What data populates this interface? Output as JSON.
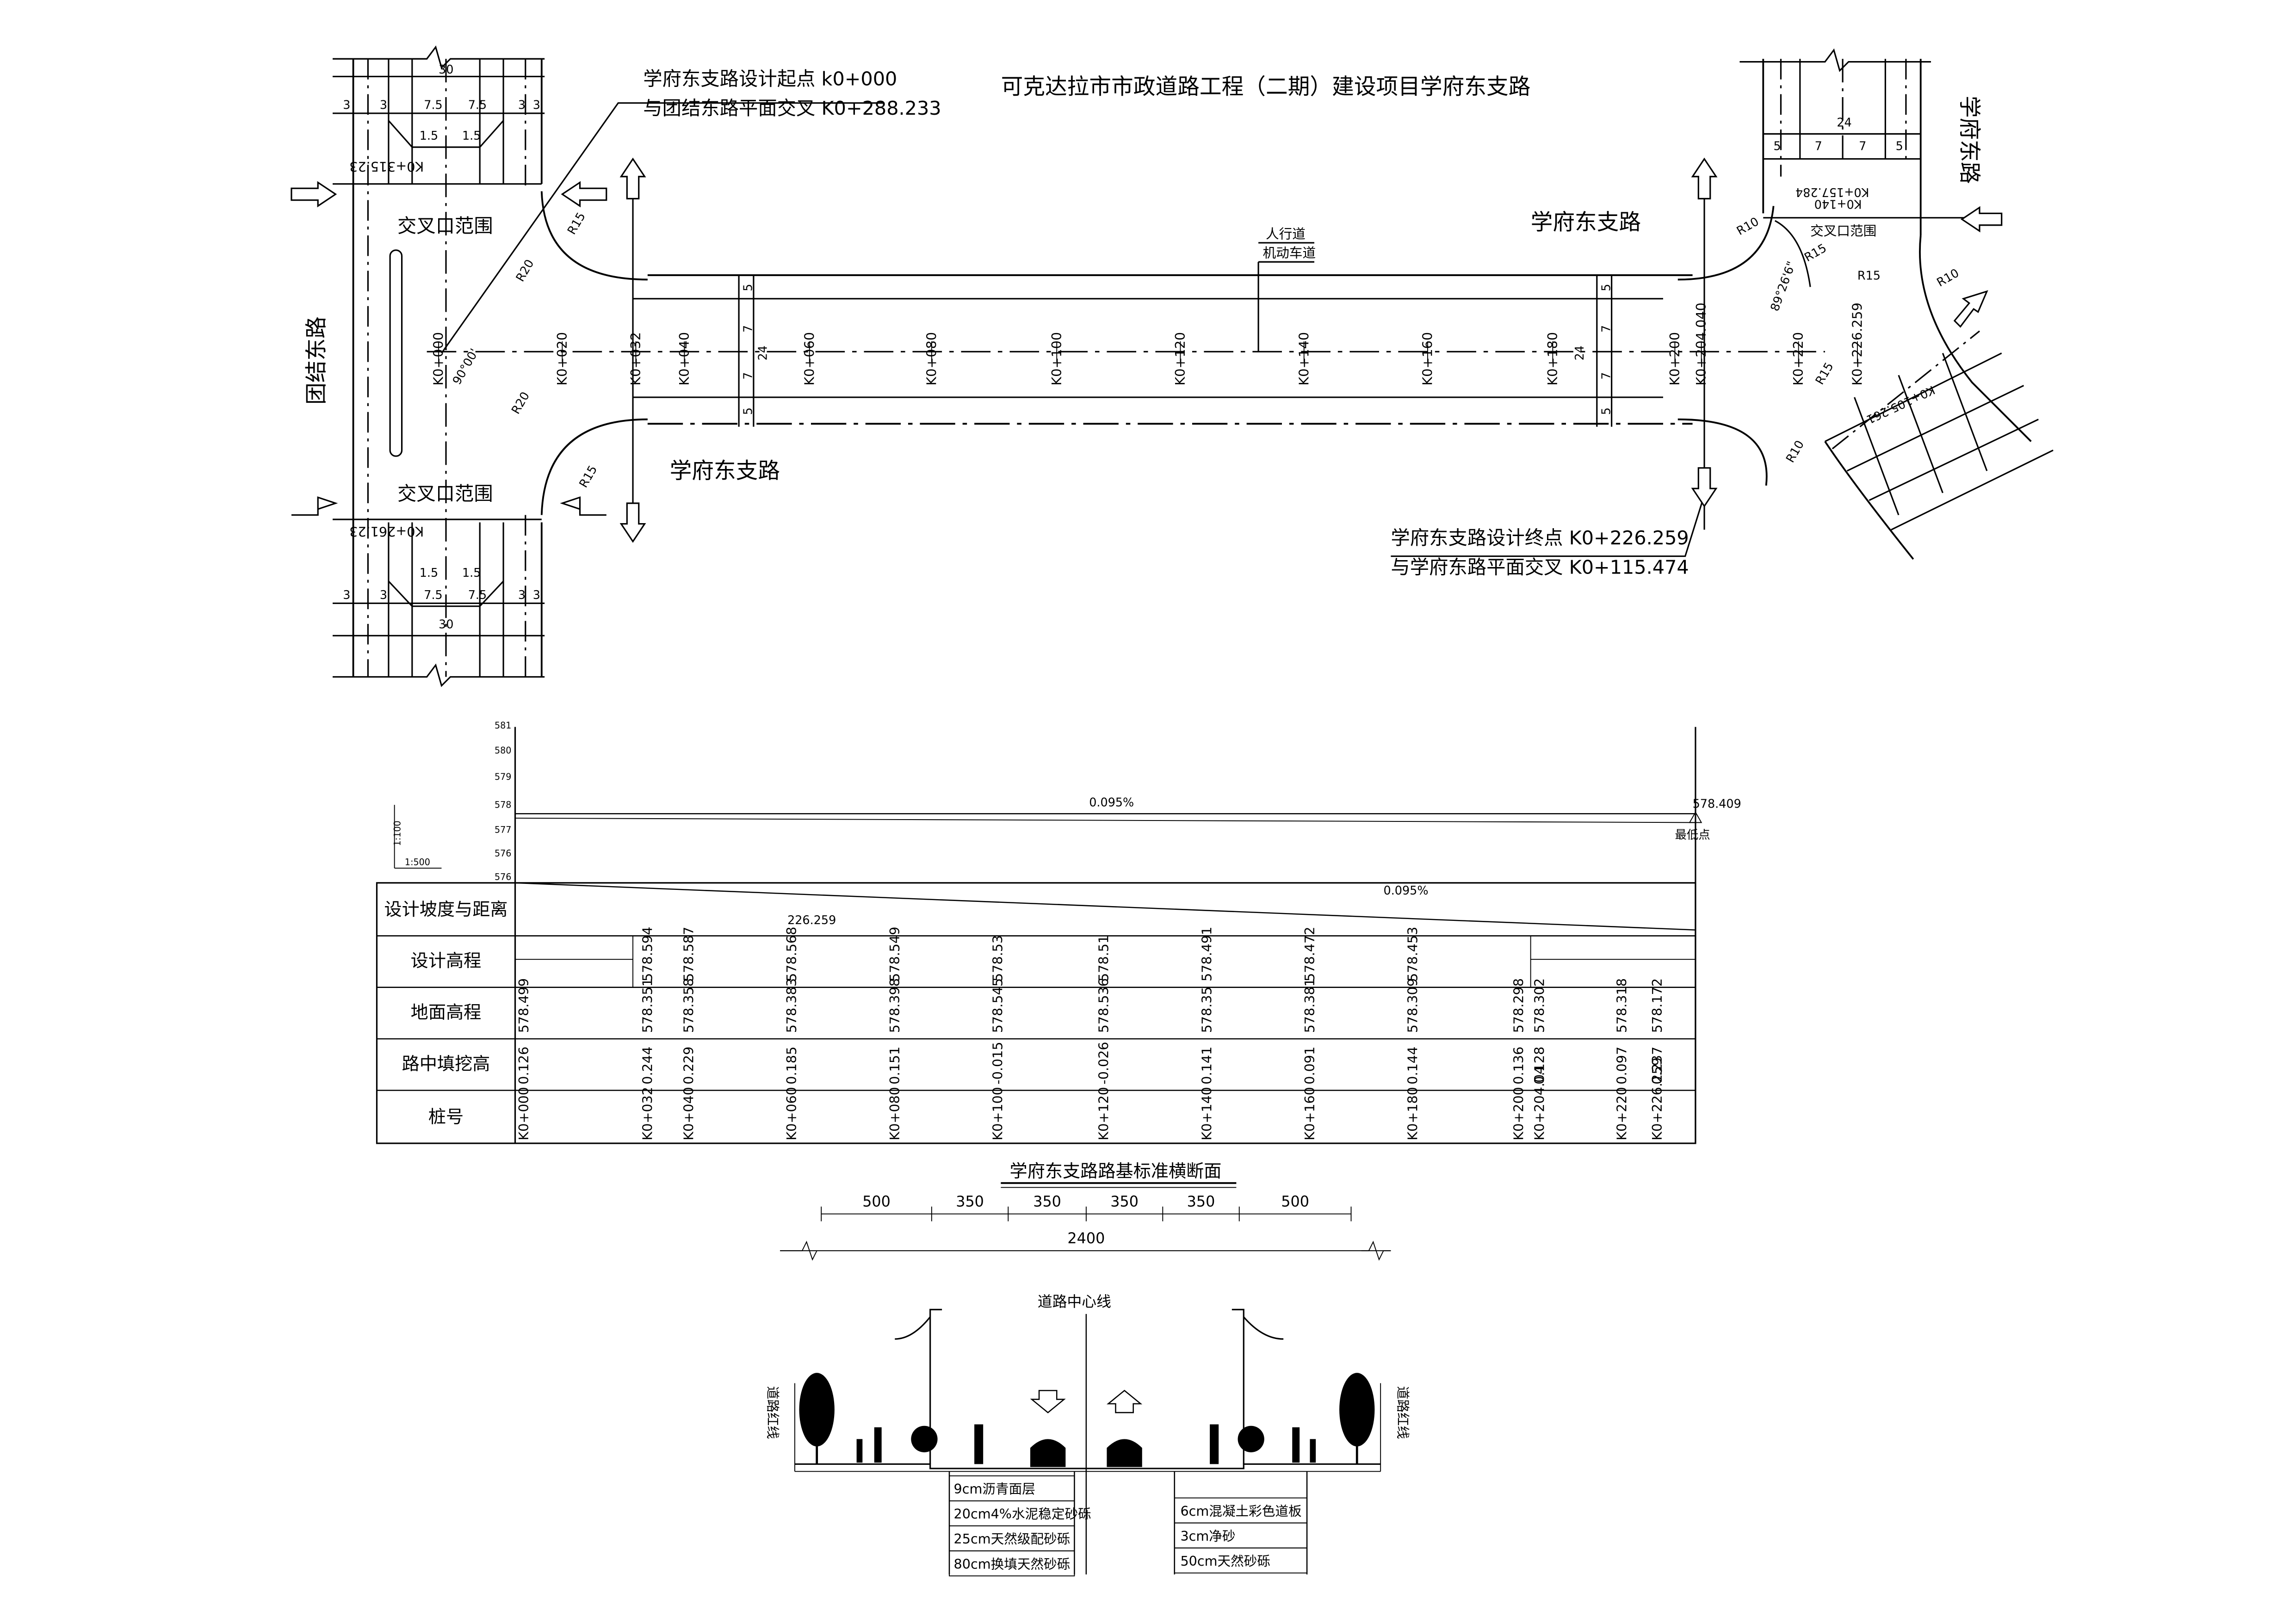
{
  "title": "可克达拉市市政道路工程（二期）建设项目学府东支路",
  "plan": {
    "road_name": "学府东支路",
    "left_road": "团结东路",
    "right_road": "学府东路",
    "intersection_label": "交叉口范围",
    "start_note_1": "学府东支路设计起点 k0+000",
    "start_note_2": "与团结东路平面交叉 K0+288.233",
    "end_note_1": "学府东支路设计终点 K0+226.259",
    "end_note_2": "与学府东路平面交叉 K0+115.474",
    "sidewalk_label": "人行道",
    "lane_label": "机动车道",
    "left_top_station": "K0+315.23",
    "left_bottom_station": "K0+261.23",
    "right_top_station_1": "K0+157.284",
    "right_top_station_2": "K0+140",
    "right_bottom_station": "K0+105.261",
    "left_dims": [
      "3",
      "3",
      "7.5",
      "7.5",
      "3",
      "3"
    ],
    "left_small_dims": [
      "1.5",
      "1.5"
    ],
    "left_total": "30",
    "width_dims": [
      "5",
      "7",
      "7",
      "5"
    ],
    "width_total": "24",
    "radii": [
      "R15",
      "R20",
      "R20",
      "R15",
      "R10",
      "R15",
      "R15",
      "R15",
      "R10",
      "R10"
    ],
    "angle_left": "90°00'",
    "angle_right": "89°26'6\"",
    "stations": [
      "K0+000",
      "K0+020",
      "K0+032",
      "K0+040",
      "K0+060",
      "K0+080",
      "K0+100",
      "K0+120",
      "K0+140",
      "K0+160",
      "K0+180",
      "K0+200",
      "K0+204.040",
      "K0+220",
      "K0+226.259"
    ]
  },
  "profile": {
    "scale_v": "1:100",
    "scale_h": "1:500",
    "elev_ticks": [
      "581",
      "580",
      "579",
      "578",
      "577",
      "576",
      "576"
    ],
    "slope_label": "0.095%",
    "top_elev": "578.409",
    "low_point": "最低点",
    "row_labels": [
      "设计坡度与距离",
      "设计高程",
      "地面高程",
      "路中填挖高",
      "桩号"
    ],
    "grade_length": "226.259",
    "grade_percent": "0.095%",
    "columns": [
      {
        "station": "K0+000",
        "design": "",
        "ground": "578.499",
        "cut": "0.126"
      },
      {
        "station": "K0+032",
        "design": "578.594",
        "ground": "578.351",
        "cut": "0.244"
      },
      {
        "station": "K0+040",
        "design": "578.587",
        "ground": "578.358",
        "cut": "0.229"
      },
      {
        "station": "K0+060",
        "design": "578.568",
        "ground": "578.383",
        "cut": "0.185"
      },
      {
        "station": "K0+080",
        "design": "578.549",
        "ground": "578.398",
        "cut": "0.151"
      },
      {
        "station": "K0+100",
        "design": "578.53",
        "ground": "578.545",
        "cut": "-0.015"
      },
      {
        "station": "K0+120",
        "design": "578.51",
        "ground": "578.536",
        "cut": "-0.026"
      },
      {
        "station": "K0+140",
        "design": "578.491",
        "ground": "578.35",
        "cut": "0.141"
      },
      {
        "station": "K0+160",
        "design": "578.472",
        "ground": "578.381",
        "cut": "0.091"
      },
      {
        "station": "K0+180",
        "design": "578.453",
        "ground": "578.309",
        "cut": "0.144"
      },
      {
        "station": "K0+200",
        "design": "",
        "ground": "578.298",
        "cut": "0.136"
      },
      {
        "station": "K0+204.04",
        "design": "",
        "ground": "578.302",
        "cut": "0.128"
      },
      {
        "station": "K0+220",
        "design": "",
        "ground": "578.318",
        "cut": "0.097"
      },
      {
        "station": "K0+226.259",
        "design": "",
        "ground": "578.172",
        "cut": "0.237"
      }
    ]
  },
  "section": {
    "title": "学府东支路路基标准横断面",
    "dims": [
      "500",
      "350",
      "350",
      "350",
      "350",
      "500"
    ],
    "total": "2400",
    "centerline": "道路中心线",
    "red_line_left": "道路红线",
    "red_line_right": "道路红线",
    "pavement_layers": [
      "9cm沥青面层",
      "20cm4%水泥稳定砂砾",
      "25cm天然级配砂砾",
      "80cm换填天然砂砾"
    ],
    "sidewalk_layers": [
      "6cm混凝土彩色道板",
      "3cm净砂",
      "50cm天然砂砾"
    ]
  }
}
